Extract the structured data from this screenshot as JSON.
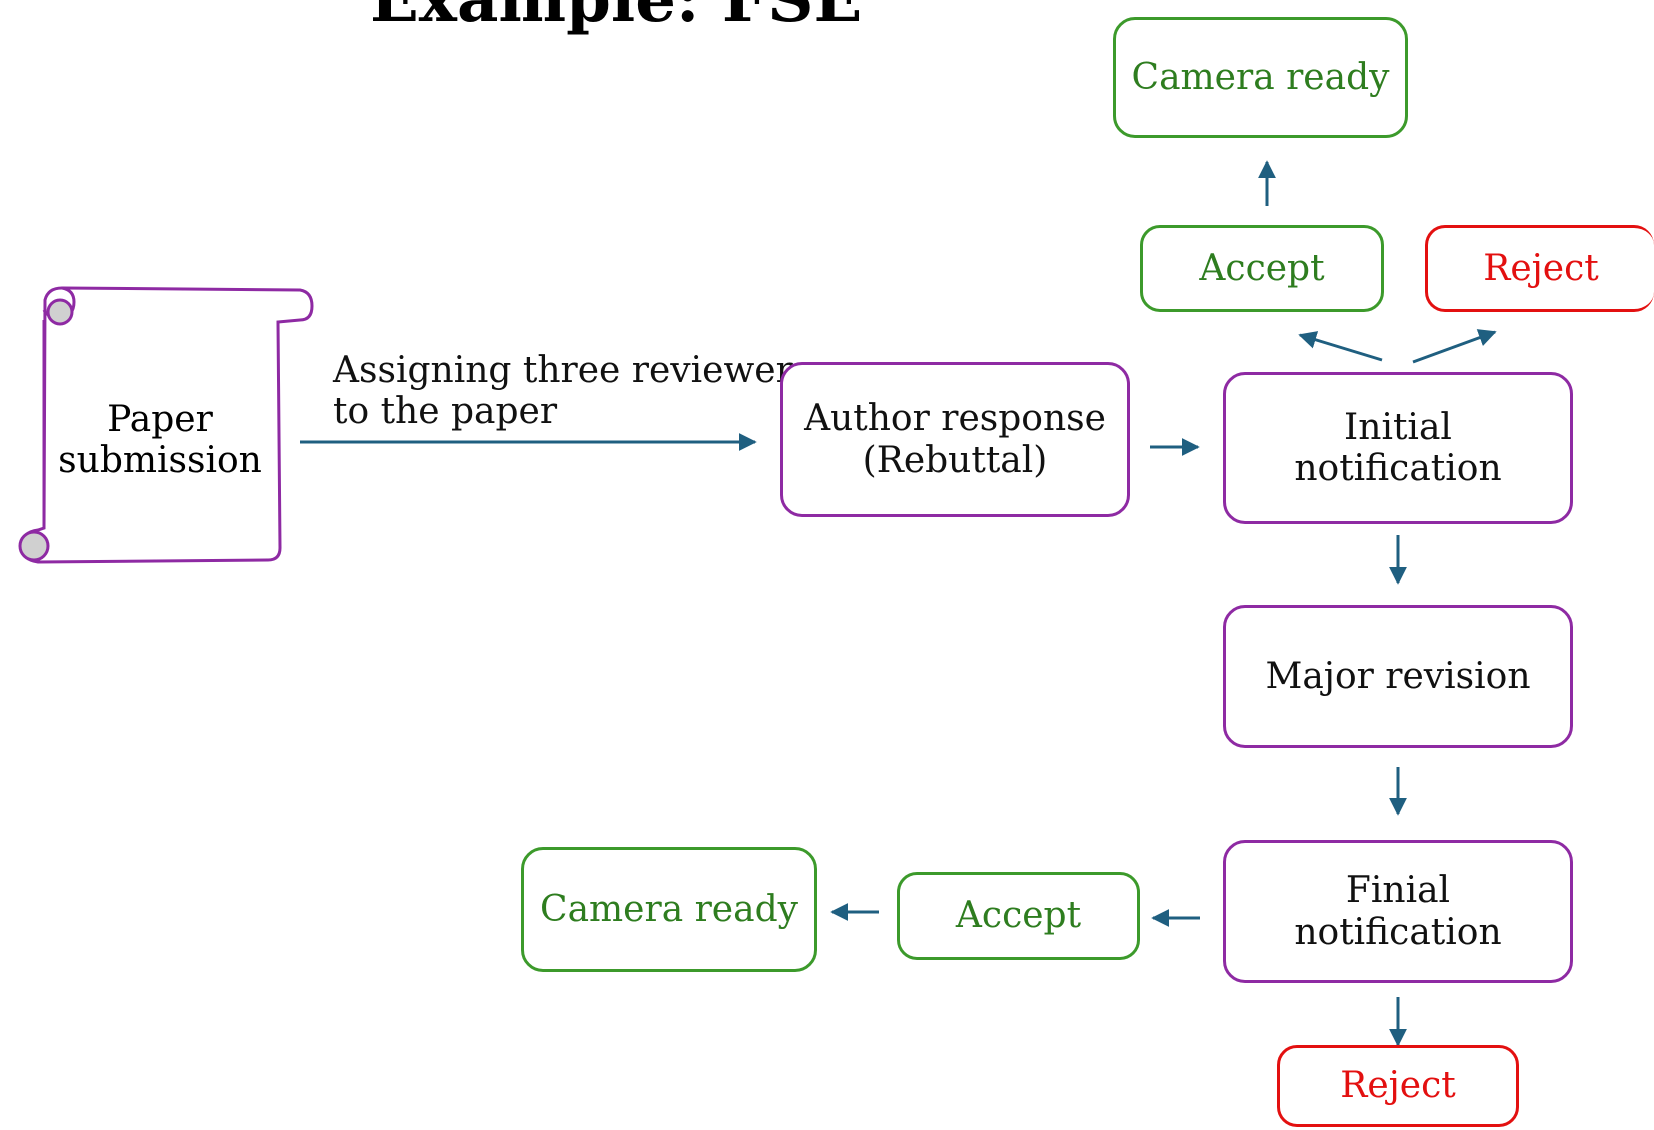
{
  "title": "Example: FSE",
  "nodes": {
    "paper_submission": "Paper\nsubmission",
    "author_response": "Author response\n(Rebuttal)",
    "initial_notification": "Initial\nnotification",
    "accept_top": "Accept",
    "reject_top": "Reject",
    "camera_ready_top": "Camera ready",
    "major_revision": "Major revision",
    "final_notification": "Finial\nnotification",
    "accept_bottom": "Accept",
    "camera_ready_bottom": "Camera ready",
    "reject_bottom": "Reject"
  },
  "edge_labels": {
    "assign_reviewers": "Assigning three reviewers\n to the paper"
  },
  "colors": {
    "process": "#8e2aa3",
    "accept": "#3c9a2b",
    "reject": "#e31010",
    "arrow": "#1f5f80"
  }
}
